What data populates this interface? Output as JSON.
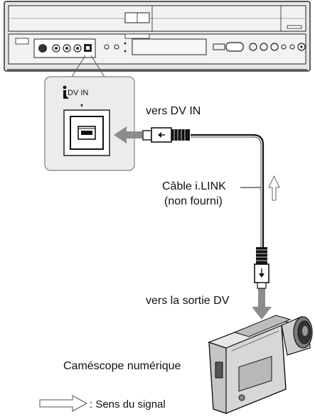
{
  "labels": {
    "dv_in_port": "DV IN",
    "to_dv_in": "vers DV IN",
    "cable_name": "Câble i.LINK",
    "cable_note": "(non fourni)",
    "to_dv_out": "vers la sortie DV",
    "camcorder": "Caméscope numérique",
    "legend_text": ": Sens du signal"
  },
  "colors": {
    "device_body": "#e6e6e6",
    "device_panel": "#f2f2f2",
    "callout_fill": "#ececec",
    "signal_arrow": "#8c8c8c",
    "cable": "#111111",
    "legend_arrow_fill": "#ffffff"
  },
  "icons": {
    "port_symbol": "ilink-dot-icon",
    "signal_arrow": "hollow-arrow-icon"
  }
}
